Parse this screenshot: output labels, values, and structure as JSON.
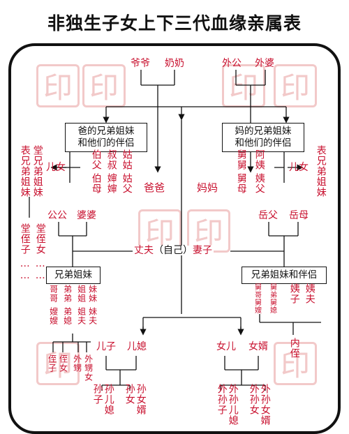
{
  "title": "非独生子女上下三代血缘亲属表",
  "watermark_glyph": "印",
  "paternal_grandparents": {
    "grandfather": "爷爷",
    "grandmother": "奶奶"
  },
  "maternal_grandparents": {
    "grandfather": "外公",
    "grandmother": "外婆"
  },
  "father_box": [
    "爸的兄弟姐妹",
    "和他们的伴侣"
  ],
  "mother_box": [
    "妈的兄弟姐妹",
    "和他们的伴侣"
  ],
  "father_side": {
    "relatives": [
      "伯父",
      "叔叔",
      "姑姑",
      "伯母",
      "婶婶",
      "姑父"
    ],
    "children": "儿女",
    "cousins": [
      "表兄弟姐妹",
      "堂兄弟姐妹"
    ],
    "cousin_children": [
      "堂侄子",
      "堂侄女"
    ],
    "ellipsis": "……"
  },
  "mother_side": {
    "relatives": [
      "舅舅",
      "阿姨",
      "舅母",
      "姨父"
    ],
    "children": "儿女",
    "cousins": "表兄弟姐妹"
  },
  "father": "爸爸",
  "mother": "妈妈",
  "in_laws_husband": {
    "father": "公公",
    "mother": "婆婆"
  },
  "in_laws_wife": {
    "father": "岳父",
    "mother": "岳母"
  },
  "self_line": {
    "husband": "丈夫",
    "self": "（自己）",
    "wife": "妻子"
  },
  "siblings_box": "兄弟姐妹",
  "siblings_spouses_box": "兄弟姐妹和伴侣",
  "siblings": [
    "哥哥",
    "弟弟",
    "姐姐",
    "妹妹",
    "嫂嫂",
    "弟媳",
    "姐夫",
    "妹夫"
  ],
  "siblings_spouse_side": [
    "舅哥舅嫂",
    "舅弟舅媳",
    "姨子",
    "姨夫"
  ],
  "sibling_children": [
    "侄子",
    "侄女",
    "外甥",
    "外甥女"
  ],
  "nephew_wife_side": "内侄",
  "son": "儿子",
  "daughter_in_law": "儿媳",
  "daughter": "女儿",
  "son_in_law": "女婿",
  "grandchildren_son": [
    "孙子",
    "孙儿媳",
    "孙女",
    "孙女婿"
  ],
  "grandchildren_daughter": [
    "外孙子",
    "外孙儿媳",
    "外孙女",
    "外孙女婿"
  ]
}
